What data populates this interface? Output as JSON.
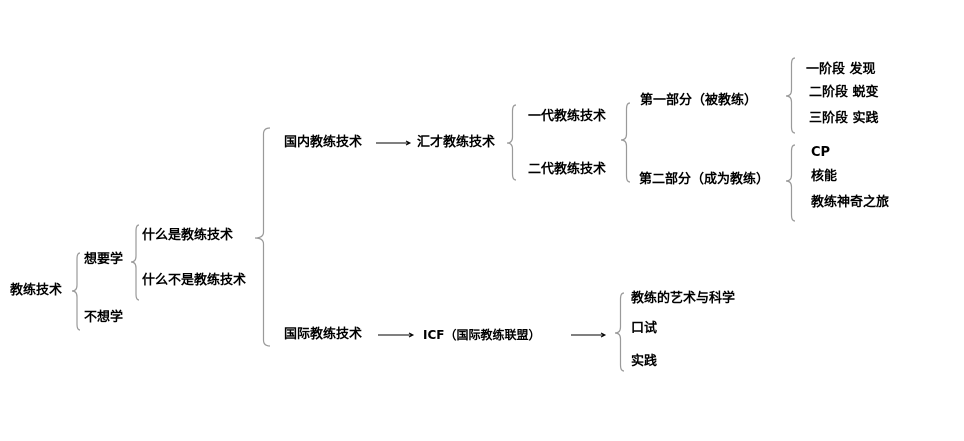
{
  "root": "教练技术",
  "level1": [
    "想要学",
    "不想学"
  ],
  "level2": [
    "什么是教练技术",
    "什么不是教练技术"
  ],
  "domestic": {
    "label": "国内教练技术",
    "target": "汇才教练技术",
    "generations": [
      "一代教练技术",
      "二代教练技术"
    ],
    "parts": [
      "第一部分（被教练）",
      "第二部分（成为教练）"
    ],
    "part1_items": [
      "一阶段 发现",
      "二阶段 蜕变",
      "三阶段 实践"
    ],
    "part2_items": [
      "CP",
      "核能",
      "教练神奇之旅"
    ]
  },
  "international": {
    "label": "国际教练技术",
    "target": "ICF（国际教练联盟）",
    "items": [
      "教练的艺术与科学",
      "口试",
      "实践"
    ]
  }
}
